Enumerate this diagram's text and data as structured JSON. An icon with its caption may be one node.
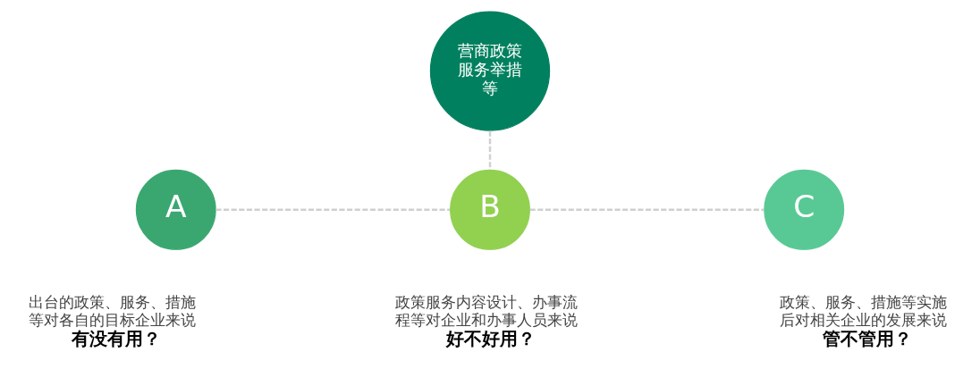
{
  "diagram": {
    "nodes": [
      {
        "text": [
          "营商政策服务举措等"
        ]
      },
      {
        "text": [
          "A"
        ],
        "beside": [
          "出台的政策、服务、措施等对各自的目标企业来说",
          "有没有用？"
        ]
      },
      {
        "text": [
          "B"
        ],
        "beside": [
          "政策服务内容设计、办事流程等对企业和办事人员来说",
          "好不好用？"
        ]
      },
      {
        "text": [
          "C"
        ],
        "beside": [
          "政策、服务、措施等实施后对相关企业的发展来说",
          "管不管用？"
        ]
      }
    ],
    "edges": [
      {
        "from": 0,
        "to": 2,
        "arrow": "none",
        "style": "dashed"
      },
      {
        "from": 1,
        "to": 2,
        "arrow": "none",
        "style": "dashed"
      },
      {
        "from": 2,
        "to": 3,
        "arrow": "none",
        "style": "dashed"
      }
    ]
  }
}
